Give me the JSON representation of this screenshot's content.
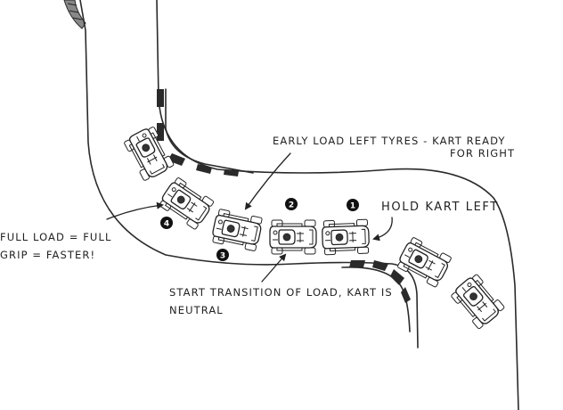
{
  "annotations": {
    "early_load": {
      "line1": "EARLY LOAD LEFT TYRES - KART READY",
      "line2": "FOR RIGHT"
    },
    "hold_kart": "HOLD KART LEFT",
    "full_load": {
      "line1": "FULL LOAD = FULL",
      "line2": "GRIP = FASTER!"
    },
    "start_transition": {
      "line1": "START TRANSITION OF LOAD, KART IS",
      "line2": "NEUTRAL"
    }
  },
  "markers": {
    "m1": "1",
    "m2": "2",
    "m3": "3",
    "m4": "4"
  },
  "colors": {
    "ink": "#222222",
    "paper": "#ffffff"
  }
}
